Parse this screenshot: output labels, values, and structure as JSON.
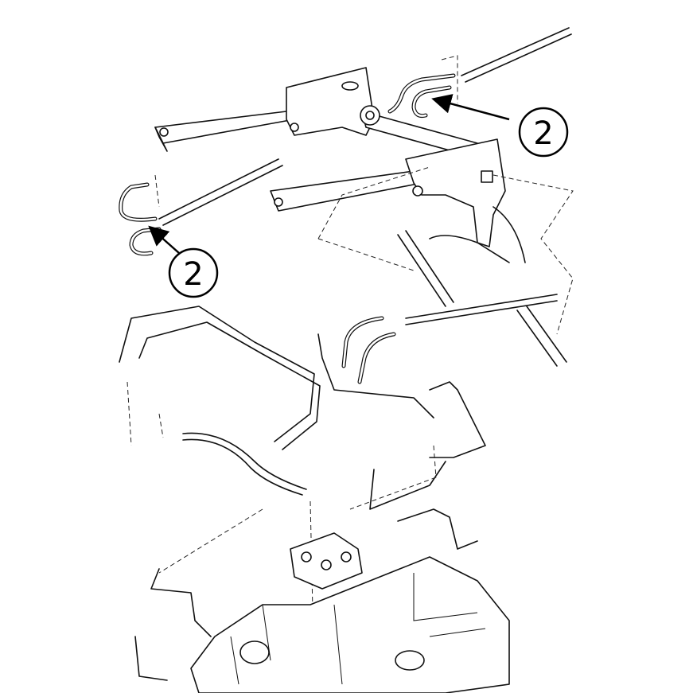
{
  "diagram": {
    "callouts": [
      {
        "label": "2",
        "target": "upper-right-hose-pair"
      },
      {
        "label": "2",
        "target": "left-hose-pair"
      }
    ]
  }
}
